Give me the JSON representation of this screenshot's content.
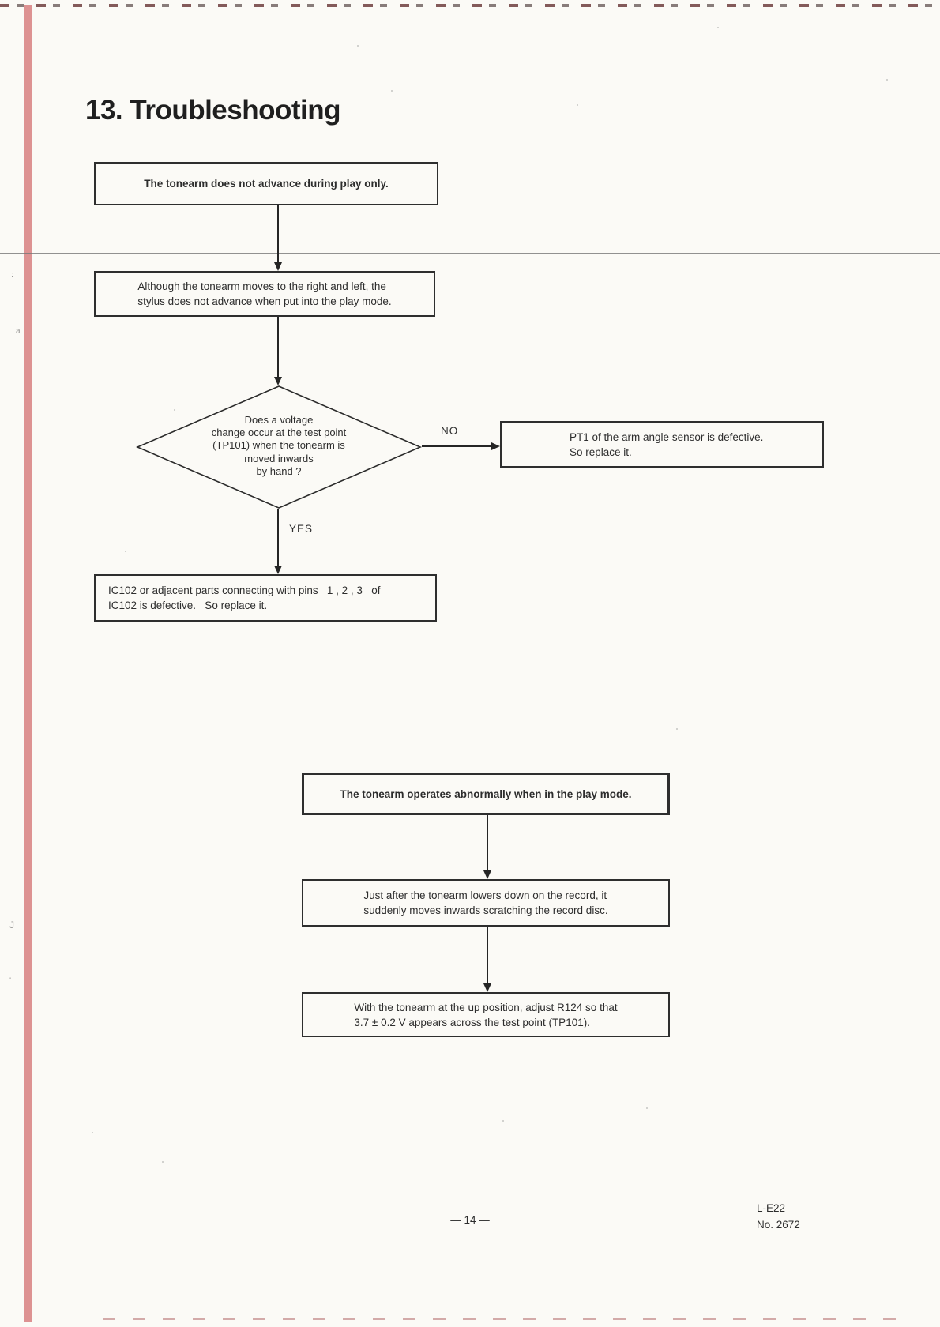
{
  "page": {
    "title": "13. Troubleshooting",
    "page_number": "— 14 —",
    "doc_code": "L-E22",
    "doc_no": "No. 2672"
  },
  "margin_marks": {
    "m1": ":",
    "m2": "a",
    "m3": "J",
    "m4": "'"
  },
  "flowchart1": {
    "start": "The tonearm does not advance during play only.",
    "symptom_lines": [
      "Although the tonearm moves to the right and left, the",
      "stylus does not advance when put into the play mode."
    ],
    "decision_lines": [
      "Does a voltage",
      "change occur at the test point",
      "(TP101) when the tonearm is",
      "moved inwards",
      "by hand ?"
    ],
    "no_label": "NO",
    "yes_label": "YES",
    "no_result_lines": [
      "PT1 of the arm angle sensor is defective.",
      "So replace it."
    ],
    "yes_result_lines": [
      "IC102 or adjacent parts connecting with pins   1 , 2 , 3   of",
      "IC102 is defective.   So replace it."
    ]
  },
  "flowchart2": {
    "start": "The tonearm operates abnormally when in the play mode.",
    "symptom_lines": [
      "Just after the tonearm lowers down on the record, it",
      "suddenly moves inwards scratching the record disc."
    ],
    "action_lines": [
      "With the tonearm at the up position, adjust R124 so that",
      "3.7 ± 0.2 V appears across the test point (TP101)."
    ]
  }
}
